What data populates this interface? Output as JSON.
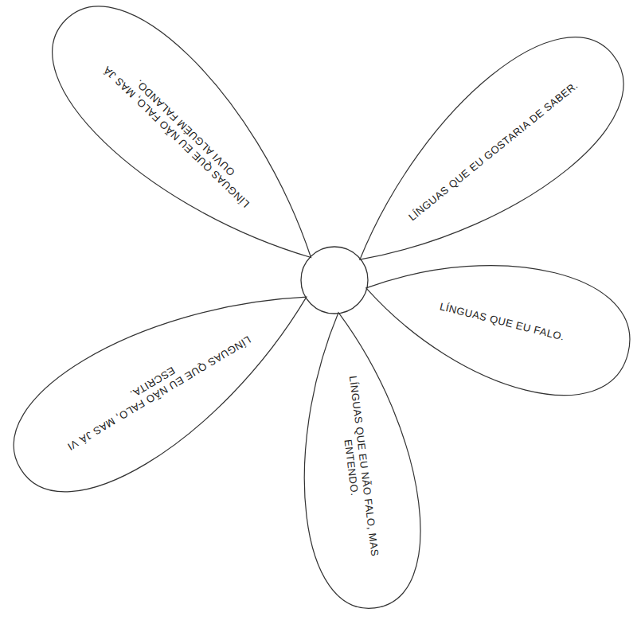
{
  "diagram": {
    "nodes": [
      {
        "text": [
          "LÍNGUAS QUE EU NÃO FALO, MAS JÁ OUVI ALGUÉM FALANDO."
        ]
      },
      {
        "text": [
          "LÍNGUAS QUE EU GOSTARIA DE SABER."
        ]
      },
      {
        "text": [
          "LÍNGUAS QUE EU FALO."
        ]
      },
      {
        "text": [
          "LÍNGUAS QUE EU NÃO FALO, MAS ENTENDO."
        ]
      },
      {
        "text": [
          "LÍNGUAS QUE EU NÃO FALO, MAS JÁ VI ESCRITA."
        ]
      }
    ]
  }
}
